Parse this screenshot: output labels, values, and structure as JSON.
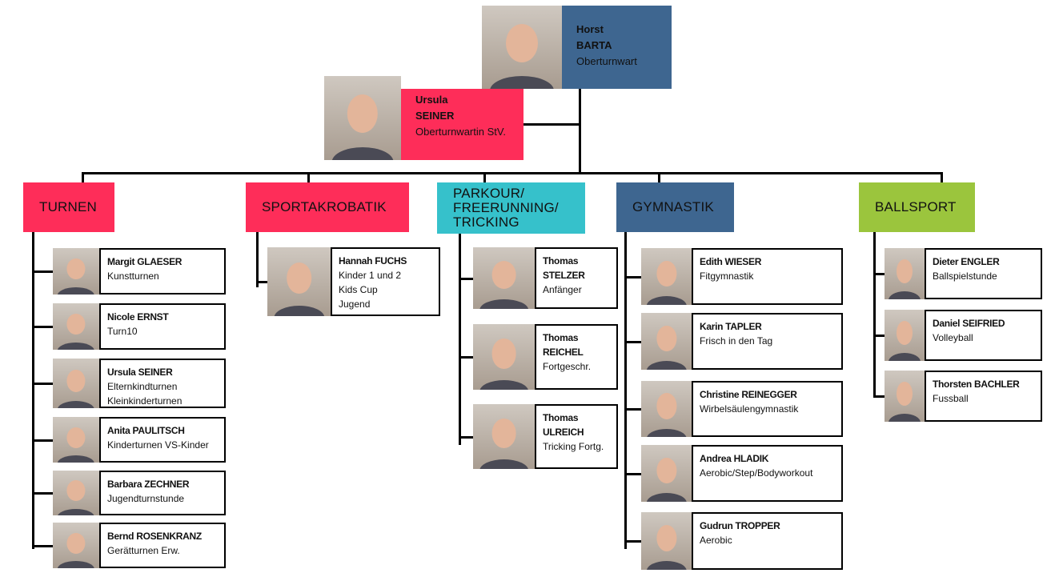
{
  "colors": {
    "red": "#fe2d59",
    "blue": "#3e6690",
    "teal": "#36c1cb",
    "green": "#9bc53d"
  },
  "leaders": [
    {
      "first": "Horst",
      "last": "BARTA",
      "role": "Oberturnwart",
      "color": "blue"
    },
    {
      "first": "Ursula",
      "last": "SEINER",
      "role": "Oberturnwartin StV.",
      "color": "red"
    }
  ],
  "categories": [
    {
      "title": "TURNEN",
      "color": "red",
      "members": [
        {
          "name": "Margit GLAESER",
          "roles": [
            "Kunstturnen"
          ]
        },
        {
          "name": "Nicole ERNST",
          "roles": [
            "Turn10"
          ]
        },
        {
          "name": "Ursula SEINER",
          "roles": [
            "Elternkindturnen",
            "Kleinkinderturnen"
          ]
        },
        {
          "name": "Anita PAULITSCH",
          "roles": [
            "Kinderturnen VS-Kinder"
          ]
        },
        {
          "name": "Barbara ZECHNER",
          "roles": [
            "Jugendturnstunde"
          ]
        },
        {
          "name": "Bernd ROSENKRANZ",
          "roles": [
            "Gerätturnen Erw."
          ]
        }
      ]
    },
    {
      "title": "SPORTAKROBATIK",
      "color": "red",
      "members": [
        {
          "name": "Hannah FUCHS",
          "roles": [
            "Kinder 1 und 2",
            "Kids Cup",
            "Jugend"
          ]
        }
      ]
    },
    {
      "title": "PARKOUR/ FREERUNNING/ TRICKING",
      "color": "teal",
      "members": [
        {
          "name": "Thomas STELZER",
          "roles": [
            "Anfänger"
          ]
        },
        {
          "name": "Thomas REICHEL",
          "roles": [
            "Fortgeschr."
          ]
        },
        {
          "name": "Thomas ULREICH",
          "roles": [
            "Tricking Fortg."
          ]
        }
      ]
    },
    {
      "title": "GYMNASTIK",
      "color": "blue",
      "members": [
        {
          "name": "Edith WIESER",
          "roles": [
            "Fitgymnastik"
          ]
        },
        {
          "name": "Karin TAPLER",
          "roles": [
            "Frisch in den Tag"
          ]
        },
        {
          "name": "Christine  REINEGGER",
          "roles": [
            "Wirbelsäulengymnastik"
          ]
        },
        {
          "name": "Andrea HLADIK",
          "roles": [
            "Aerobic/Step/Bodyworkout"
          ]
        },
        {
          "name": "Gudrun TROPPER",
          "roles": [
            "Aerobic"
          ]
        }
      ]
    },
    {
      "title": "BALLSPORT",
      "color": "green",
      "members": [
        {
          "name": "Dieter ENGLER",
          "roles": [
            "Ballspielstunde"
          ]
        },
        {
          "name": "Daniel SEIFRIED",
          "roles": [
            "Volleyball"
          ]
        },
        {
          "name": "Thorsten BACHLER",
          "roles": [
            "Fussball"
          ]
        }
      ]
    }
  ]
}
